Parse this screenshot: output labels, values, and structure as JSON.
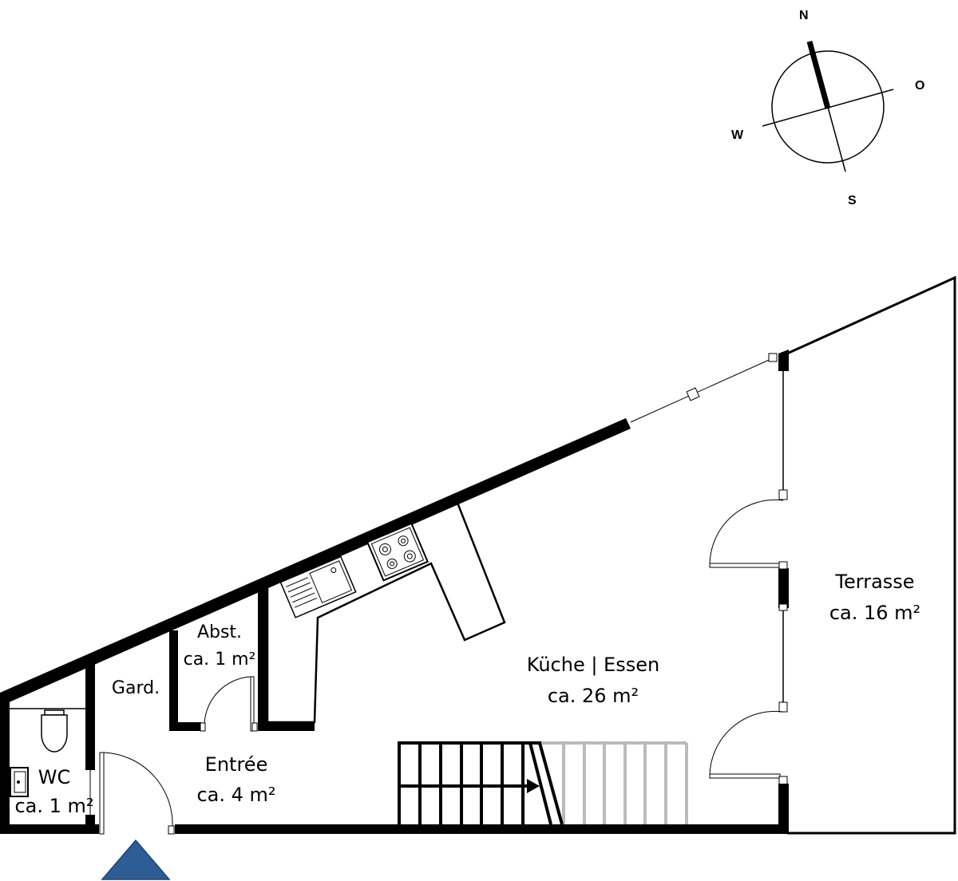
{
  "compass": {
    "north": "N",
    "east": "O",
    "south": "S",
    "west": "W"
  },
  "rooms": {
    "wc": {
      "name": "WC",
      "area": "ca. 1 m²"
    },
    "gard": {
      "name": "Gard."
    },
    "abst": {
      "name": "Abst.",
      "area": "ca. 1 m²"
    },
    "entree": {
      "name": "Entrée",
      "area": "ca. 4 m²"
    },
    "kueche": {
      "name": "Küche | Essen",
      "area": "ca. 26 m²"
    },
    "terrasse": {
      "name": "Terrasse",
      "area": "ca. 16 m²"
    }
  },
  "colors": {
    "wall": "#000000",
    "stairs_upper": "#bbbbbb",
    "entrance_marker": "#2d5d94"
  },
  "icons": [
    "compass-icon",
    "toilet-icon",
    "sink-icon",
    "stove-icon",
    "stairs-arrow-icon",
    "entrance-marker-icon"
  ]
}
